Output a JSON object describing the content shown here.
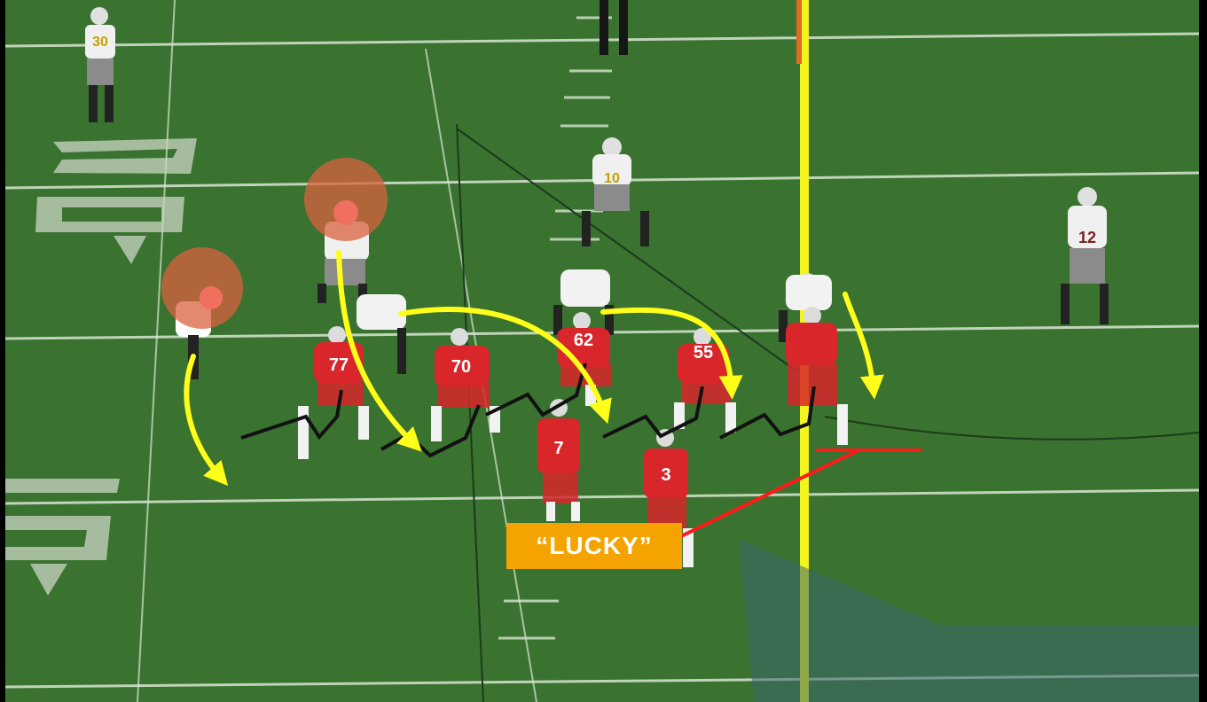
{
  "scene": "football-play-diagram",
  "labels": {
    "callout": "“LUCKY”"
  },
  "yard_numbers": {
    "upper": "20",
    "lower": "15"
  },
  "jerseys": {
    "offense": [
      "77",
      "70",
      "62",
      "55",
      "7",
      "3"
    ],
    "defense": [
      "30",
      "10",
      "12"
    ]
  },
  "colors": {
    "turf": "#3f7a35",
    "turf_dark": "#2f6328",
    "offense_red": "#d8262b",
    "defense_white": "#e9e9e9",
    "defense_pants": "#8b8b8b",
    "arrow_yellow": "#ffff1a",
    "first_down_line": "#f4f41e",
    "block_marks": "#111111",
    "read_line_red": "#ff1a1a",
    "highlight_circle": "#d9613f",
    "callout_bg": "#f5a300"
  }
}
